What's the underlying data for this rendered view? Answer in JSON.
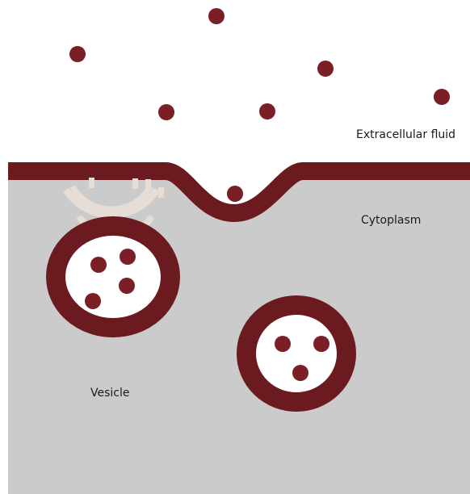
{
  "labels": {
    "extracellular": "Extracellular fluid",
    "cytoplasm": "Cytoplasm",
    "vesicle": "Vesicle"
  },
  "colors": {
    "membrane": "#6b1a1f",
    "particle": "#7a1f26",
    "cytoplasm": "#cccbcc",
    "extracellular": "#ffffff",
    "coat_protein": "#e6ddd6"
  }
}
